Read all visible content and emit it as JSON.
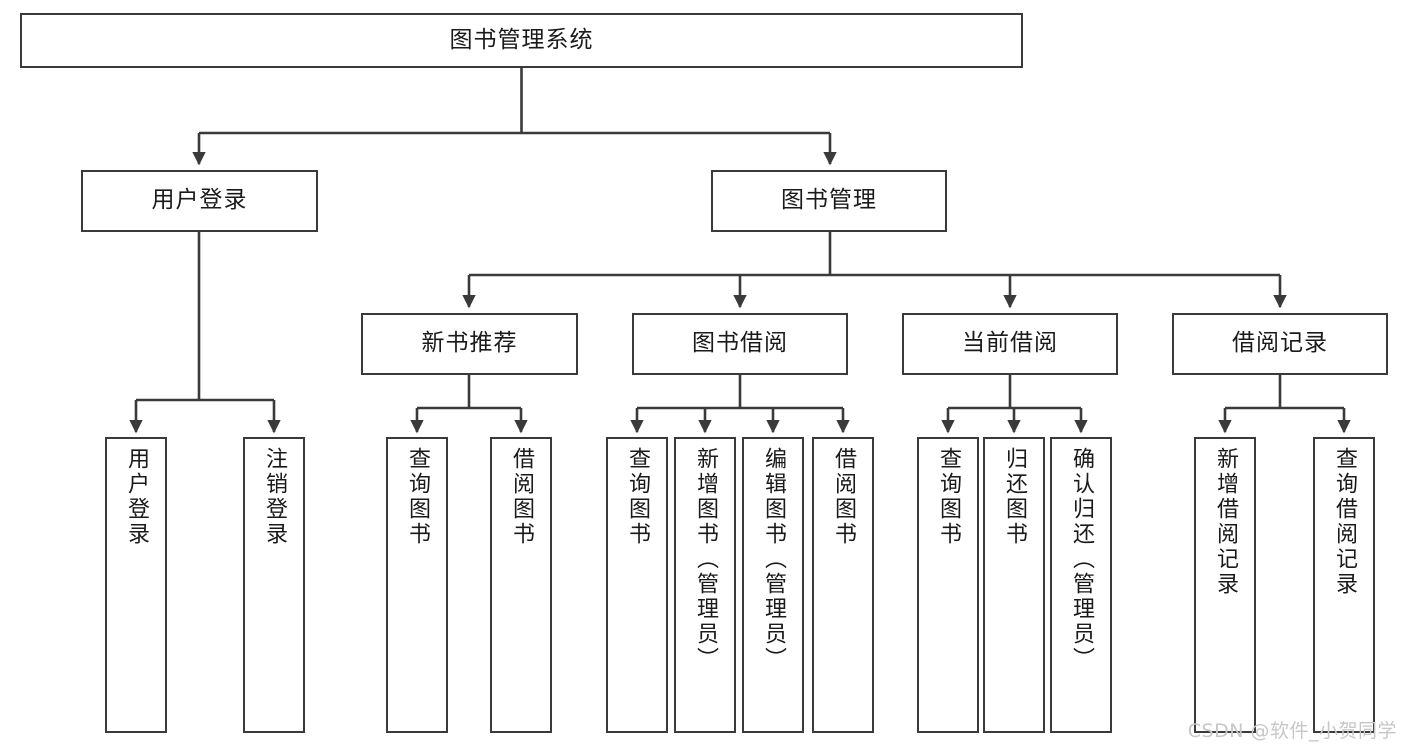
{
  "diagram": {
    "title": "图书管理系统",
    "type": "tree-hierarchy",
    "root": {
      "label": "图书管理系统"
    },
    "level1": [
      {
        "label": "用户登录"
      },
      {
        "label": "图书管理"
      }
    ],
    "level2": [
      {
        "label": "新书推荐"
      },
      {
        "label": "图书借阅"
      },
      {
        "label": "当前借阅"
      },
      {
        "label": "借阅记录"
      }
    ],
    "leaves": {
      "user_login": [
        {
          "label": "用户登录"
        },
        {
          "label": "注销登录"
        }
      ],
      "new_book_recommend": [
        {
          "label": "查询图书"
        },
        {
          "label": "借阅图书"
        }
      ],
      "book_borrow": [
        {
          "label": "查询图书"
        },
        {
          "label": "新增图书（管理员）"
        },
        {
          "label": "编辑图书（管理员）"
        },
        {
          "label": "借阅图书"
        }
      ],
      "current_borrow": [
        {
          "label": "查询图书"
        },
        {
          "label": "归还图书"
        },
        {
          "label": "确认归还（管理员）"
        }
      ],
      "borrow_record": [
        {
          "label": "新增借阅记录"
        },
        {
          "label": "查询借阅记录"
        }
      ]
    }
  },
  "watermark": {
    "text": "CSDN @软件_小贺同学"
  },
  "colors": {
    "stroke": "#3a3a3a",
    "fill": "#ffffff",
    "text": "#1a1a1a",
    "watermark": "#c7c7c7"
  }
}
